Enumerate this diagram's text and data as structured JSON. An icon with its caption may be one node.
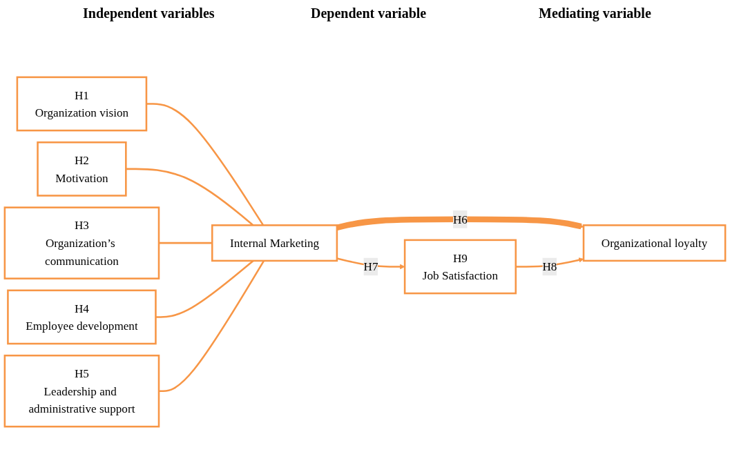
{
  "diagram": {
    "nodes": [
      {
        "text": [
          "H1",
          "Organization vision"
        ]
      },
      {
        "text": [
          "H2",
          "Motivation"
        ]
      },
      {
        "text": [
          "H3",
          "Organization’s communication"
        ]
      },
      {
        "text": [
          "H4",
          "Employee development"
        ]
      },
      {
        "text": [
          "H5",
          "Leadership and administrative support"
        ]
      },
      {
        "text": [
          "Internal Marketing"
        ]
      },
      {
        "text": [
          "H9",
          "Job Satisfaction"
        ]
      },
      {
        "text": [
          "Organizational loyalty"
        ]
      }
    ],
    "edges": [
      {
        "from": 0,
        "to": 5,
        "arrow": "none"
      },
      {
        "from": 1,
        "to": 5,
        "arrow": "none"
      },
      {
        "from": 2,
        "to": 5,
        "arrow": "none"
      },
      {
        "from": 3,
        "to": 5,
        "arrow": "none"
      },
      {
        "from": 4,
        "to": 5,
        "arrow": "none"
      },
      {
        "from": 5,
        "to": 7,
        "arrow": "to",
        "label": "H6",
        "style": "thick"
      },
      {
        "from": 5,
        "to": 6,
        "arrow": "to",
        "label": "H7"
      },
      {
        "from": 6,
        "to": 7,
        "arrow": "to",
        "label": "H8"
      }
    ],
    "labels": [
      "Independent variables",
      "Dependent variable",
      "Mediating variable"
    ]
  }
}
